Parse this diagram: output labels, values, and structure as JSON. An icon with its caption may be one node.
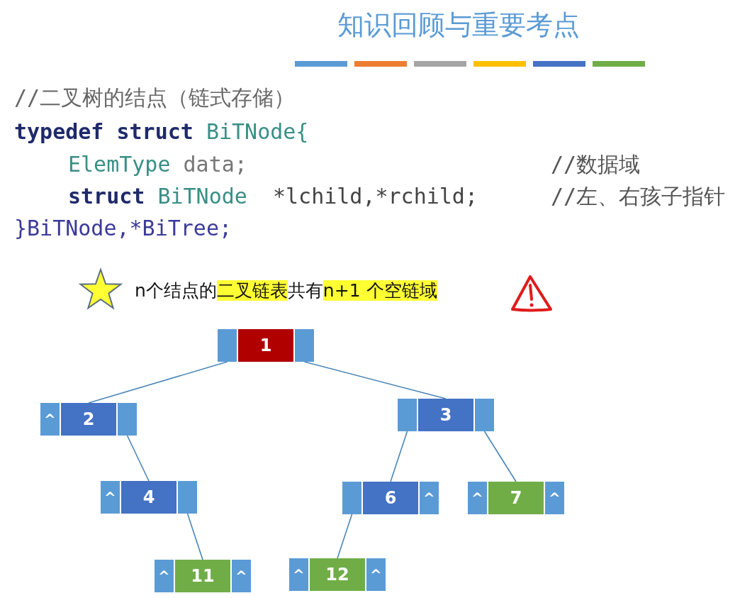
{
  "diagram": {
    "title": "知识回顾与重要考点",
    "nodes": [
      {
        "text": [],
        "shape": "box"
      },
      {
        "text": [],
        "shape": "box",
        "in": 0
      },
      {
        "text": [
          "1"
        ],
        "in": 0
      },
      {
        "text": [],
        "shape": "box",
        "in": 0
      },
      {
        "text": [],
        "shape": "box"
      },
      {
        "text": [
          "^"
        ],
        "in": 4
      },
      {
        "text": [
          "2"
        ],
        "in": 4
      },
      {
        "text": [],
        "shape": "box",
        "in": 4
      },
      {
        "text": [],
        "shape": "box"
      },
      {
        "text": [],
        "shape": "box",
        "in": 8
      },
      {
        "text": [
          "3"
        ],
        "in": 8
      },
      {
        "text": [],
        "shape": "box",
        "in": 8
      },
      {
        "text": [],
        "shape": "box"
      },
      {
        "text": [
          "^"
        ],
        "in": 12
      },
      {
        "text": [
          "4"
        ],
        "in": 12
      },
      {
        "text": [],
        "shape": "box",
        "in": 12
      },
      {
        "text": [],
        "shape": "box"
      },
      {
        "text": [],
        "shape": "box",
        "in": 16
      },
      {
        "text": [
          "6"
        ],
        "in": 16
      },
      {
        "text": [
          "^"
        ],
        "in": 16
      },
      {
        "text": [],
        "shape": "box"
      },
      {
        "text": [
          "^"
        ],
        "in": 20
      },
      {
        "text": [
          "7"
        ],
        "in": 20
      },
      {
        "text": [
          "^"
        ],
        "in": 20
      },
      {
        "text": [],
        "shape": "box"
      },
      {
        "text": [
          "^"
        ],
        "in": 24
      },
      {
        "text": [
          "11"
        ],
        "in": 24
      },
      {
        "text": [
          "^"
        ],
        "in": 24
      },
      {
        "text": [],
        "shape": "box"
      },
      {
        "text": [
          "^"
        ],
        "in": 28
      },
      {
        "text": [
          "12"
        ],
        "in": 28
      },
      {
        "text": [
          "^"
        ],
        "in": 28
      }
    ],
    "edges": [
      {
        "from": 1,
        "to": 4,
        "arrow": "none"
      },
      {
        "from": 3,
        "to": 8,
        "arrow": "none"
      },
      {
        "from": 7,
        "to": 12,
        "arrow": "none"
      },
      {
        "from": 9,
        "to": 16,
        "arrow": "none"
      },
      {
        "from": 11,
        "to": 20,
        "arrow": "none"
      },
      {
        "from": 15,
        "to": 24,
        "arrow": "none"
      },
      {
        "from": 17,
        "to": 28,
        "arrow": "none"
      }
    ],
    "labels": [
      "//二叉树的结点（链式存储）",
      "typedef struct BiTNode{",
      "ElemType data;",
      "//数据域",
      "struct BiTNode  *lchild,*rchild;",
      "//左、右孩子指针",
      "}BiTNode,*BiTree;",
      "n个结点的",
      "二叉链表",
      "共有",
      "n+1 个空链域"
    ]
  }
}
